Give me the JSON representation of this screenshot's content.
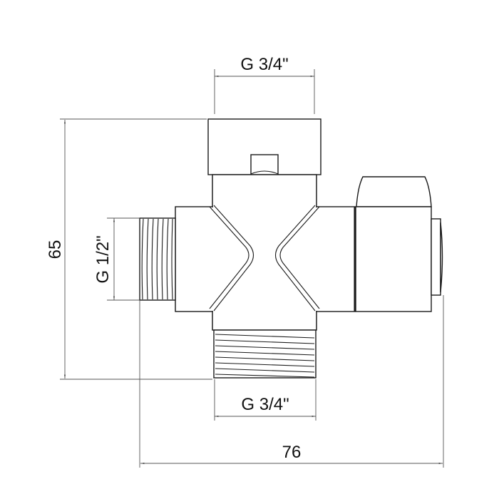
{
  "drawing": {
    "title": "Tee valve dimensional drawing",
    "colors": {
      "line": "#1a1a1a",
      "dimension": "#555555",
      "background": "#ffffff"
    }
  },
  "dimensions": {
    "top_thread": {
      "label": "G 3/4\"",
      "orientation": "horizontal"
    },
    "bottom_thread": {
      "label": "G 3/4\"",
      "orientation": "horizontal"
    },
    "side_thread": {
      "label": "G 1/2\"",
      "orientation": "vertical"
    },
    "overall_height": {
      "label": "65",
      "orientation": "vertical"
    },
    "overall_width": {
      "label": "76",
      "orientation": "horizontal"
    }
  }
}
